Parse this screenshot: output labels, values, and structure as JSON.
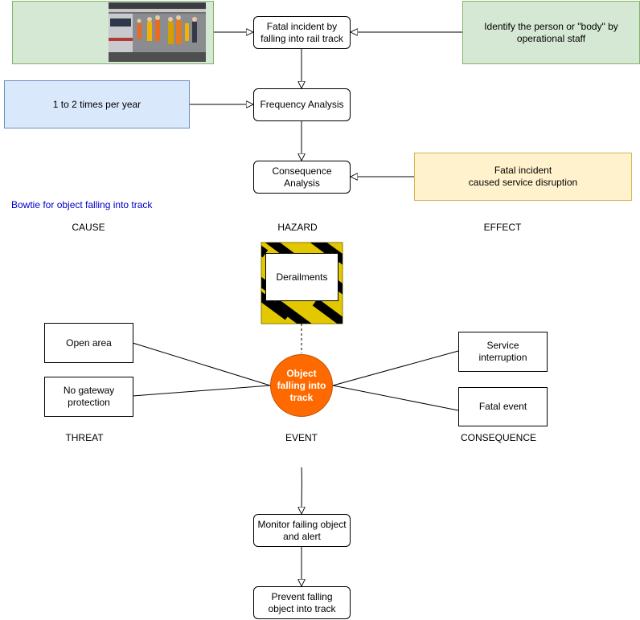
{
  "top_flow": {
    "incident": "Fatal incident by falling into rail track",
    "identify": "Identify the person or \"body\" by operational staff",
    "frequency_input": "1 to 2 times per year",
    "frequency": "Frequency Analysis",
    "consequence": "Consequence Analysis",
    "consequence_input": "Fatal incident\ncaused service disruption"
  },
  "bowtie": {
    "title": "Bowtie for object falling into track",
    "headers": {
      "cause": "CAUSE",
      "hazard": "HAZARD",
      "effect": "EFFECT"
    },
    "hazard_box": "Derailments",
    "event_circle": "Object falling into track",
    "threats": [
      "Open area",
      "No gateway protection"
    ],
    "consequences": [
      "Service interruption",
      "Fatal event"
    ],
    "footers": {
      "threat": "THREAT",
      "event": "EVENT",
      "consequence": "CONSEQUENCE"
    }
  },
  "controls": {
    "monitor": "Monitor failing object and alert",
    "prevent": "Prevent falling object into track"
  },
  "colors": {
    "green_fill": "#d5e8d4",
    "green_stroke": "#82b366",
    "blue_fill": "#dae8fc",
    "blue_stroke": "#6c8ebf",
    "yellow_fill": "#fff2cc",
    "yellow_stroke": "#d6b656",
    "event_fill": "#ff6a00",
    "hazard_stripe_yellow": "#e3c800",
    "title_blue": "#0000cc"
  }
}
